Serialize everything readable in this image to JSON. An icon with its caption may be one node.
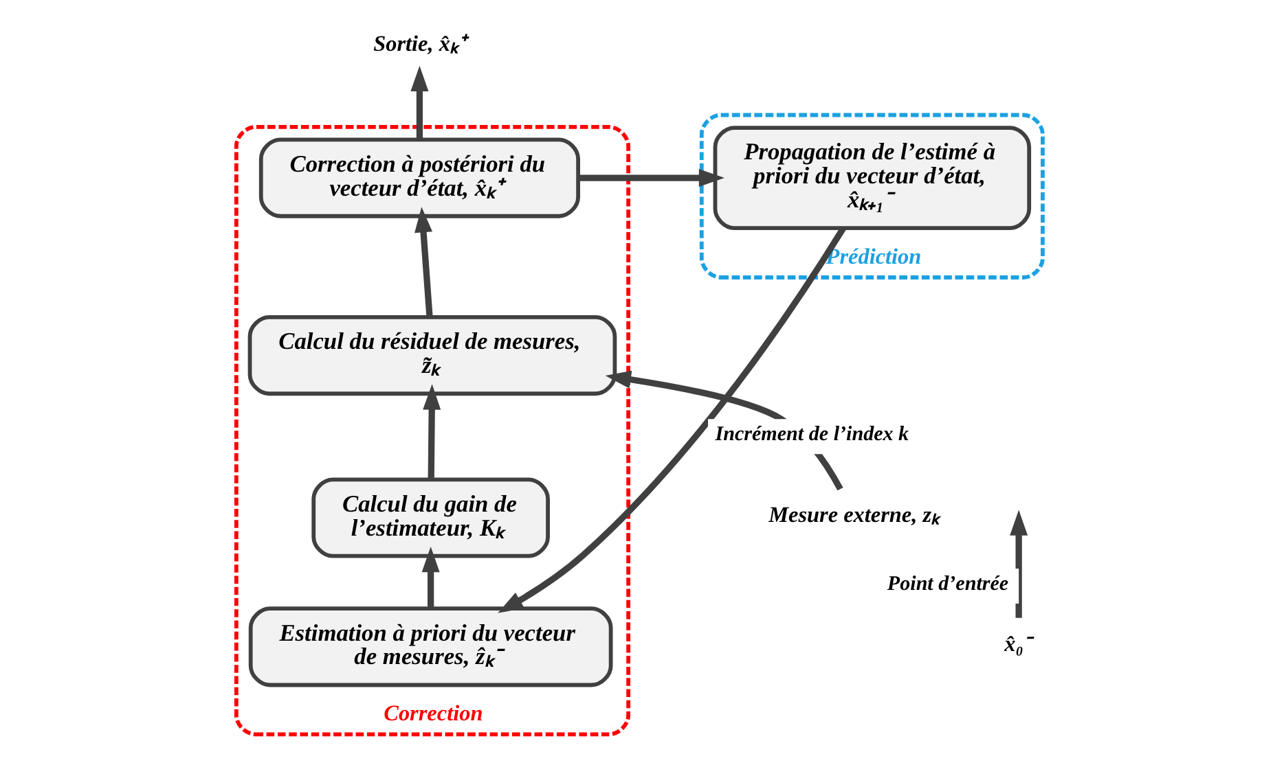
{
  "diagram": {
    "nodes": [
      {
        "text": [
          "Correction"
        ]
      },
      {
        "text": [
          "Correction à postériori du vecteur d’état, x̂ₖ⁺"
        ],
        "in": 0
      },
      {
        "text": [
          "Calcul du résiduel de mesures, z̃ₖ"
        ],
        "in": 0
      },
      {
        "text": [
          "Calcul du gain de l’estimateur, Kₖ"
        ],
        "in": 0
      },
      {
        "text": [
          "Estimation à priori du vecteur de mesures, ẑₖ⁻"
        ],
        "in": 0
      },
      {
        "text": [
          "Prédiction"
        ]
      },
      {
        "text": [
          "Propagation de l’estimé à priori du vecteur d’état, x̂ₖ₊₁⁻"
        ],
        "in": 5
      },
      {
        "text": [
          "Sortie, x̂ₖ⁺"
        ]
      },
      {
        "text": [
          "Mesure externe, zₖ"
        ]
      },
      {
        "text": [
          "x̂₀⁻"
        ]
      }
    ],
    "edges": [
      {
        "from": 4,
        "to": 3,
        "arrow": "to"
      },
      {
        "from": 3,
        "to": 2,
        "arrow": "to"
      },
      {
        "from": 2,
        "to": 1,
        "arrow": "to"
      },
      {
        "from": 1,
        "to": 7,
        "arrow": "to"
      },
      {
        "from": 8,
        "to": 2,
        "arrow": "to"
      },
      {
        "from": 1,
        "to": 6,
        "arrow": "to"
      },
      {
        "from": 6,
        "to": 4,
        "arrow": "to",
        "label": "Incrément de l’index k"
      },
      {
        "from": 9,
        "to": null,
        "arrow": "to",
        "label": "Point d’entrée"
      }
    ]
  }
}
